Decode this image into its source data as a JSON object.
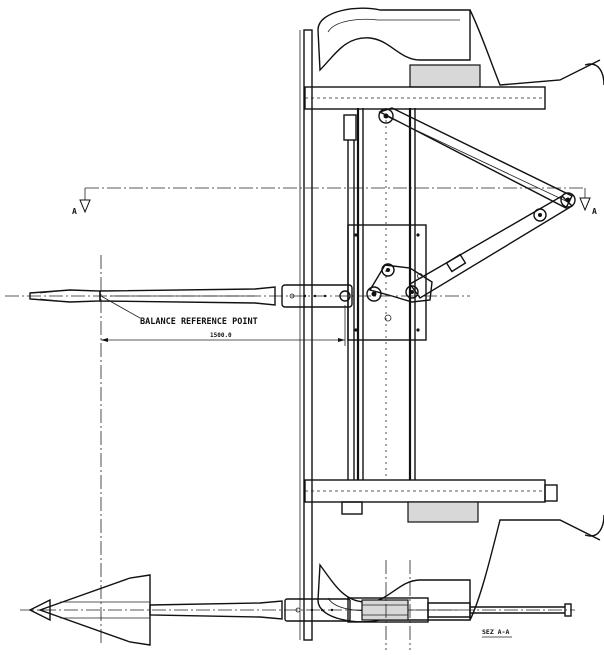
{
  "labels": {
    "balance_reference_point": "BALANCE REFERENCE POINT",
    "dimension": "1500.0",
    "section_mark_left": "A",
    "section_mark_right": "A",
    "section_title": "SEZ A-A"
  }
}
